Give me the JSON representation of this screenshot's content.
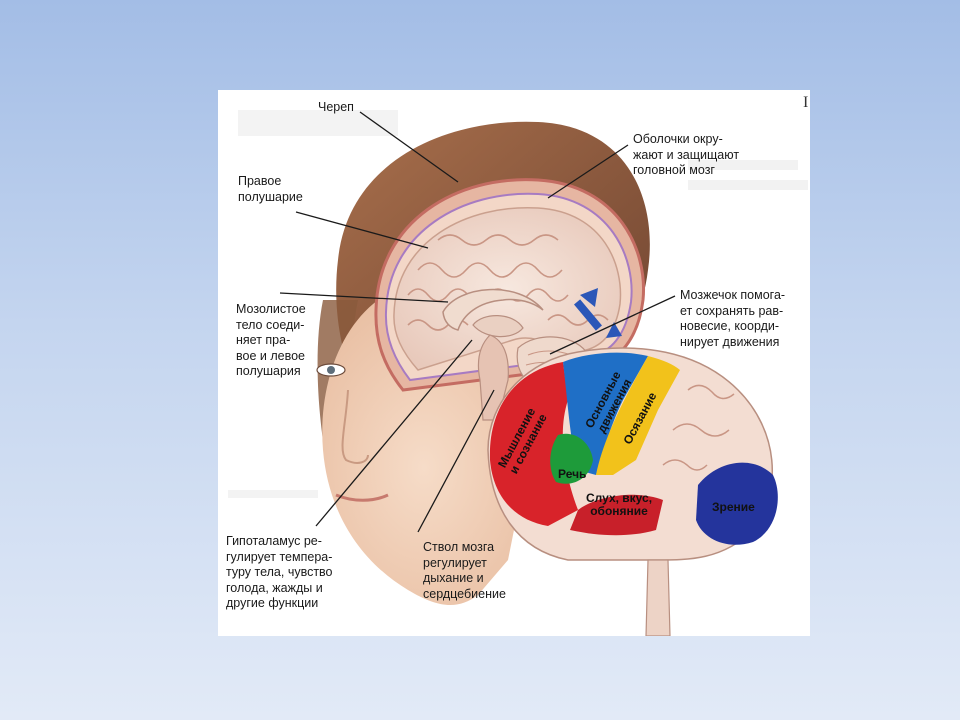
{
  "labels": {
    "skull": "Череп",
    "meninges": "Оболочки окру-\nжают и защищают\nголовной мозг",
    "right_hemisphere": "Правое\nполушарие",
    "corpus_callosum": "Мозолистое\nтело соеди-\nняет пра-\nвое и левое\nполушария",
    "cerebellum": "Мозжечок помога-\nет сохранять рав-\nновесие, коорди-\nнирует движения",
    "hypothalamus": "Гипоталамус ре-\nгулирует темпера-\nтуру тела, чувство\nголода, жажды и\nдругие функции",
    "brainstem": "Ствол мозга\nрегулирует\nдыхание и\nсердцебиение"
  },
  "regions": {
    "thinking": "Мышление\nи сознание",
    "movement": "Основные\nдвижения",
    "touch": "Осязание",
    "speech": "Речь",
    "hearing": "Слух, вкус,\nобоняние",
    "vision": "Зрение"
  },
  "page_mark": "I",
  "colors": {
    "thinking": "#d8232a",
    "movement": "#1f6fc6",
    "touch": "#f2c21b",
    "speech": "#1e9b3a",
    "hearing": "#c8202a",
    "vision": "#24349c"
  }
}
